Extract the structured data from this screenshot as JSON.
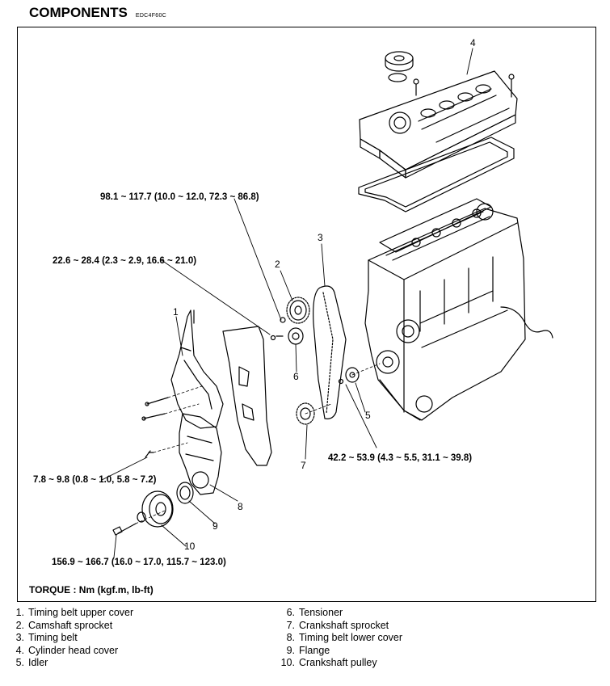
{
  "header": {
    "title": "COMPONENTS",
    "code": "EDC4F60C"
  },
  "torque_specs": {
    "t1": "98.1 ~ 117.7 (10.0 ~ 12.0, 72.3 ~ 86.8)",
    "t2": "22.6 ~ 28.4 (2.3 ~ 2.9, 16.6 ~ 21.0)",
    "t3": "42.2 ~ 53.9 (4.3 ~ 5.5, 31.1 ~ 39.8)",
    "t4": "7.8 ~ 9.8 (0.8 ~ 1.0, 5.8 ~ 7.2)",
    "t5": "156.9 ~ 166.7 (16.0 ~ 17.0, 115.7 ~ 123.0)"
  },
  "callouts": [
    "1",
    "2",
    "3",
    "4",
    "5",
    "6",
    "7",
    "8",
    "9",
    "10"
  ],
  "torque_unit_label": "TORQUE : Nm (kgf.m, lb-ft)",
  "legend_left": [
    {
      "num": "1.",
      "text": "Timing belt upper cover"
    },
    {
      "num": "2.",
      "text": "Camshaft sprocket"
    },
    {
      "num": "3.",
      "text": "Timing belt"
    },
    {
      "num": "4.",
      "text": "Cylinder head cover"
    },
    {
      "num": "5.",
      "text": "Idler"
    }
  ],
  "legend_right": [
    {
      "num": "6.",
      "text": "Tensioner"
    },
    {
      "num": "7.",
      "text": "Crankshaft sprocket"
    },
    {
      "num": "8.",
      "text": "Timing belt lower cover"
    },
    {
      "num": "9.",
      "text": "Flange"
    },
    {
      "num": "10.",
      "text": "Crankshaft pulley"
    }
  ]
}
